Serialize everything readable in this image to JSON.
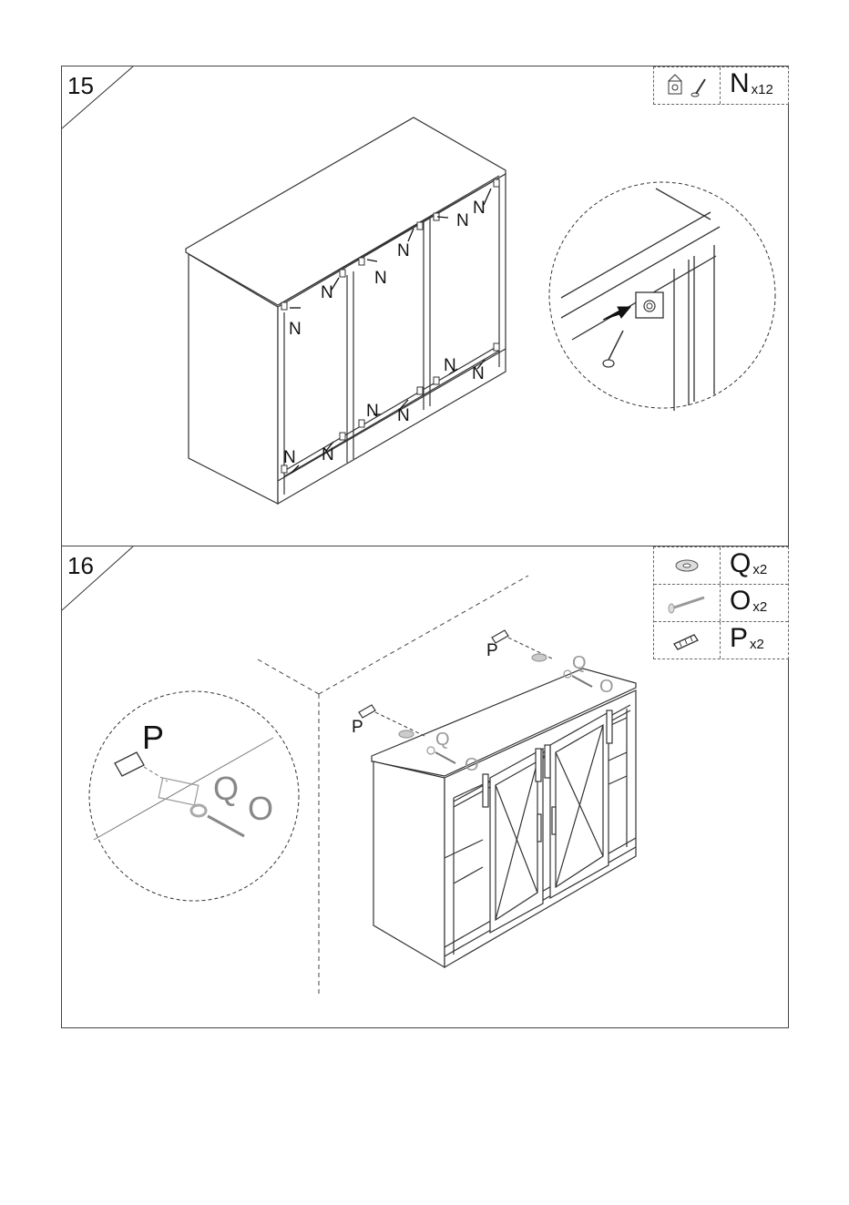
{
  "steps": [
    {
      "number": "15",
      "parts": [
        {
          "icon": "bracket-screw-icon",
          "letter": "N",
          "qty": "x12"
        }
      ],
      "callouts": [
        "N",
        "N",
        "N",
        "N",
        "N",
        "N",
        "N",
        "N",
        "N",
        "N",
        "N",
        "N"
      ]
    },
    {
      "number": "16",
      "parts": [
        {
          "icon": "washer-icon",
          "letter": "Q",
          "qty": "x2"
        },
        {
          "icon": "screw-icon",
          "letter": "O",
          "qty": "x2"
        },
        {
          "icon": "wall-anchor-icon",
          "letter": "P",
          "qty": "x2"
        }
      ],
      "callouts": {
        "p1": "P",
        "q1": "Q",
        "o1": "O",
        "p2": "P",
        "q2": "Q",
        "o2": "O",
        "zoom_p": "P",
        "zoom_q": "Q",
        "zoom_o": "O"
      }
    }
  ]
}
